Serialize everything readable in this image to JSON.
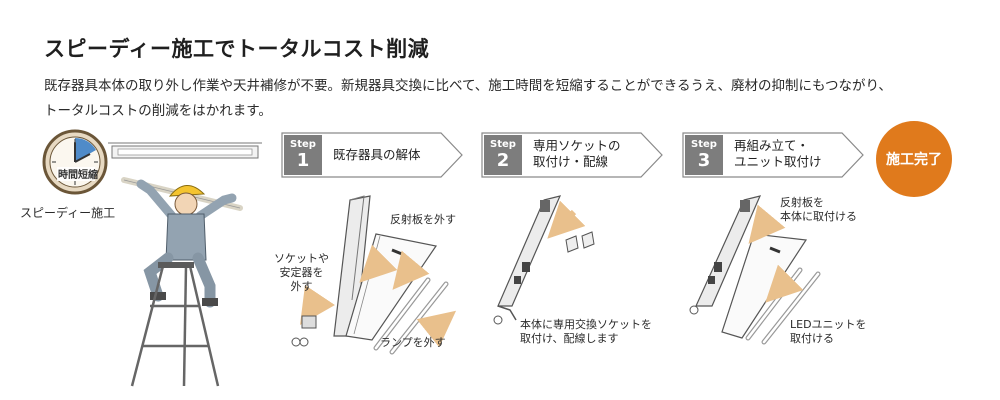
{
  "title": "スピーディー施工でトータルコスト削減",
  "intro": {
    "line1": "既存器具本体の取り外し作業や天井補修が不要。新規器具交換に比べて、施工時間を短縮することができるうえ、廃材の抑制にもつながり、",
    "line2": "トータルコストの削減をはかれます。"
  },
  "speedy": {
    "clock_label": "時間短縮",
    "caption": "スピーディー施工"
  },
  "steps": [
    {
      "word": "Step",
      "number": "1",
      "label": "既存器具の解体",
      "callouts": {
        "reflector": "反射板を外す",
        "socket": "ソケットや\n安定器を\n外す",
        "lamp": "ランプを外す"
      }
    },
    {
      "word": "Step",
      "number": "2",
      "label": "専用ソケットの\n取付け・配線",
      "callouts": {
        "socket": "本体に専用交換ソケットを\n取付け、配線します"
      }
    },
    {
      "word": "Step",
      "number": "3",
      "label": "再組み立て・\nユニット取付け",
      "callouts": {
        "reflector": "反射板を\n本体に取付ける",
        "led": "LEDユニットを\n取付ける"
      }
    }
  ],
  "complete": {
    "label": "施工完了"
  },
  "colors": {
    "accent_orange": "#e07a1c",
    "step_tag_gray": "#7d7d7d",
    "chevron_border": "#8a8a8a"
  }
}
